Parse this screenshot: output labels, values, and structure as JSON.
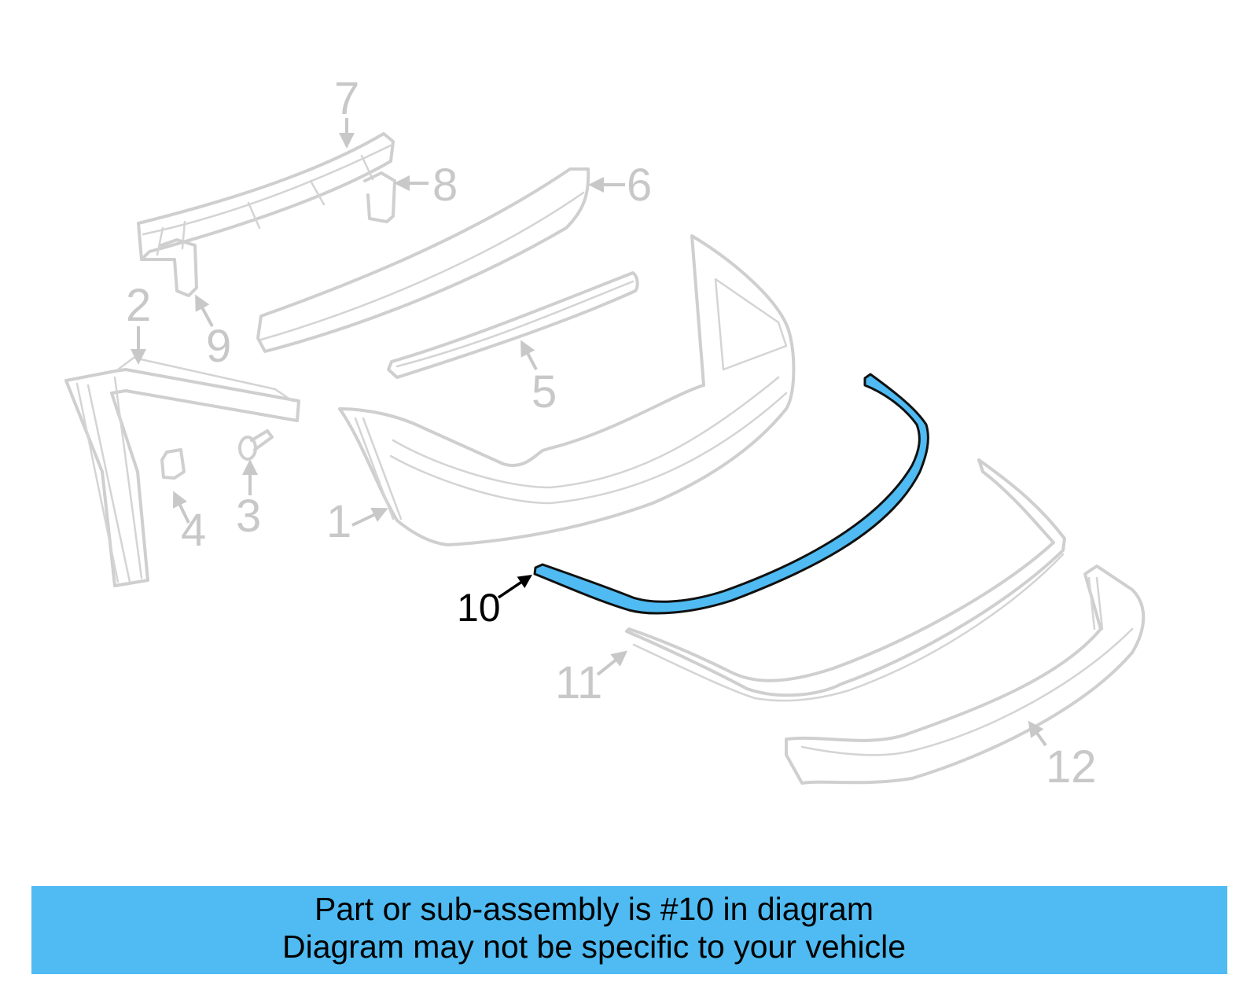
{
  "diagram": {
    "highlighted_part": "10",
    "highlight_color": "#4fbbf2",
    "callouts": [
      {
        "id": "1",
        "label": "1"
      },
      {
        "id": "2",
        "label": "2"
      },
      {
        "id": "3",
        "label": "3"
      },
      {
        "id": "4",
        "label": "4"
      },
      {
        "id": "5",
        "label": "5"
      },
      {
        "id": "6",
        "label": "6"
      },
      {
        "id": "7",
        "label": "7"
      },
      {
        "id": "8",
        "label": "8"
      },
      {
        "id": "9",
        "label": "9"
      },
      {
        "id": "10",
        "label": "10"
      },
      {
        "id": "11",
        "label": "11"
      },
      {
        "id": "12",
        "label": "12"
      }
    ]
  },
  "banner": {
    "line1": "Part or sub-assembly is #10 in diagram",
    "line2": "Diagram may not be specific to your vehicle",
    "background_color": "#4fbbf2"
  }
}
